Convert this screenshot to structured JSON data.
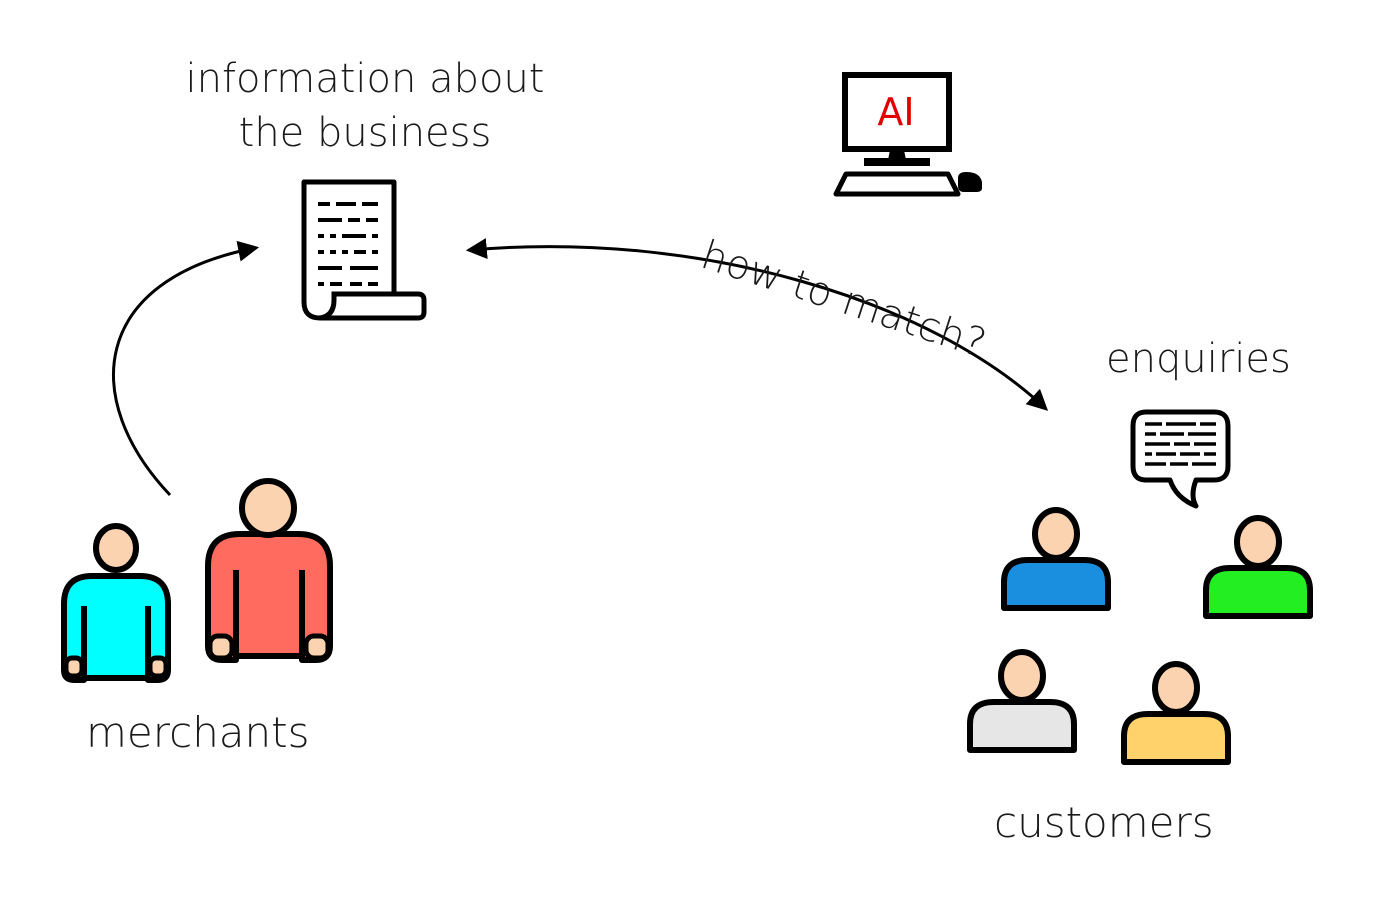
{
  "document": {
    "title_line1": "information about",
    "title_line2": "the business"
  },
  "computer": {
    "screen_text": "AI",
    "screen_text_color": "#e00000"
  },
  "match_label": "how to match?",
  "enquiries_label": "enquiries",
  "merchants": {
    "label": "merchants",
    "colors": [
      "#00ffff",
      "#ff6b5e"
    ]
  },
  "customers": {
    "label": "customers",
    "colors": [
      "#1a8fe0",
      "#22ee22",
      "#e6e6e6",
      "#ffd26b"
    ]
  },
  "skin_color": "#fcd3b0",
  "outline_color": "#000000"
}
